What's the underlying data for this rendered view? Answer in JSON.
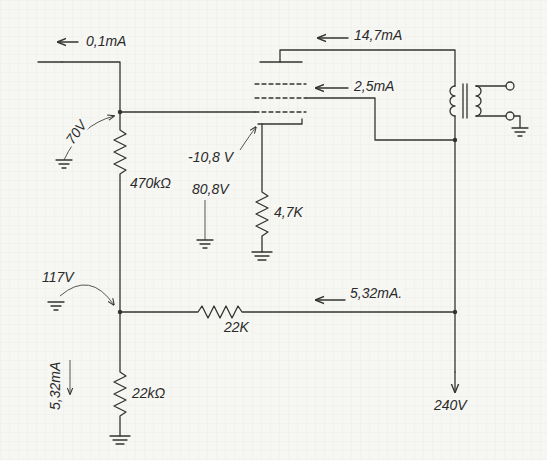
{
  "diagram": {
    "labels": [
      "0,1mA",
      "14,7mA",
      "2,5mA",
      "70V",
      "-10,8 V",
      "80,8V",
      "470kΩ",
      "4,7K",
      "117V",
      "22K",
      "5,32mA.",
      "5,32mA",
      "22kΩ",
      "240V"
    ]
  }
}
